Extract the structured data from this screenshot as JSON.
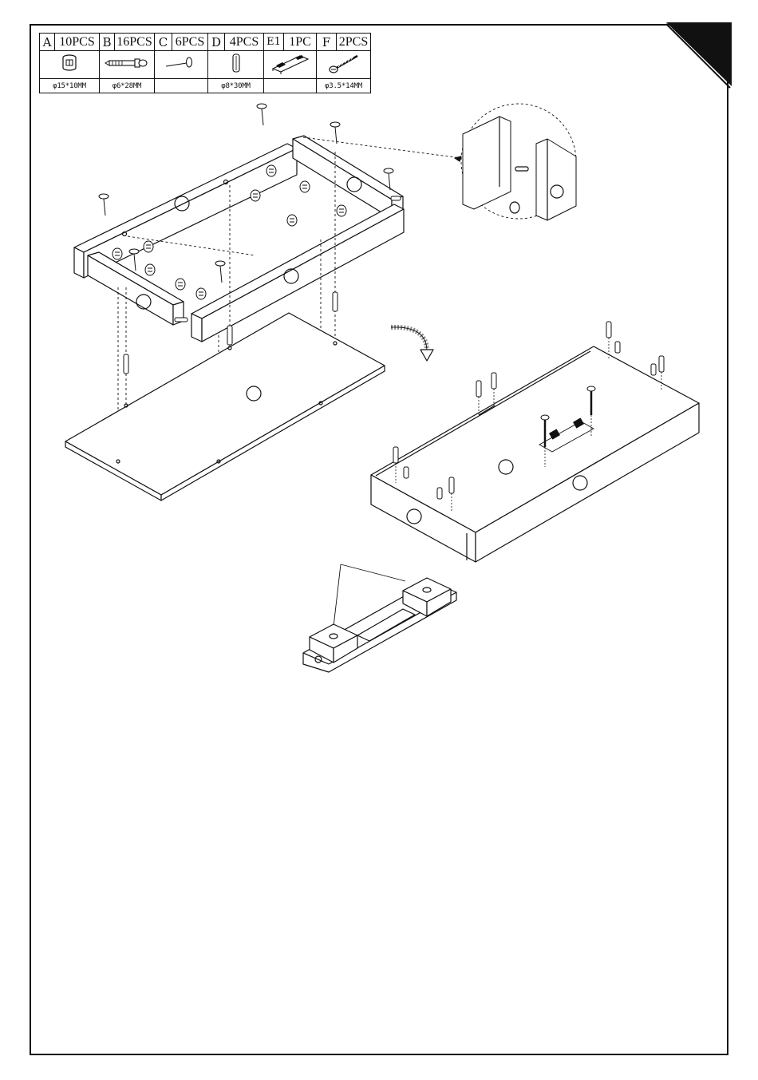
{
  "parts": [
    {
      "letter": "A",
      "qty": "10PCS",
      "dim": "φ15*10MM",
      "icon": "cam-lock-icon"
    },
    {
      "letter": "B",
      "qty": "16PCS",
      "dim": "φ6*28MM",
      "icon": "cam-bolt-icon"
    },
    {
      "letter": "C",
      "qty": "6PCS",
      "dim": "",
      "icon": "nail-icon"
    },
    {
      "letter": "D",
      "qty": "4PCS",
      "dim": "φ8*30MM",
      "icon": "wood-dowel-icon"
    },
    {
      "letter": "E1",
      "qty": "1PC",
      "dim": "",
      "icon": "connector-bracket-icon"
    },
    {
      "letter": "F",
      "qty": "2PCS",
      "dim": "φ3.5*14MM",
      "icon": "screw-icon"
    }
  ],
  "colors": {
    "line": "#111111",
    "background": "#ffffff",
    "corner": "#111111"
  }
}
